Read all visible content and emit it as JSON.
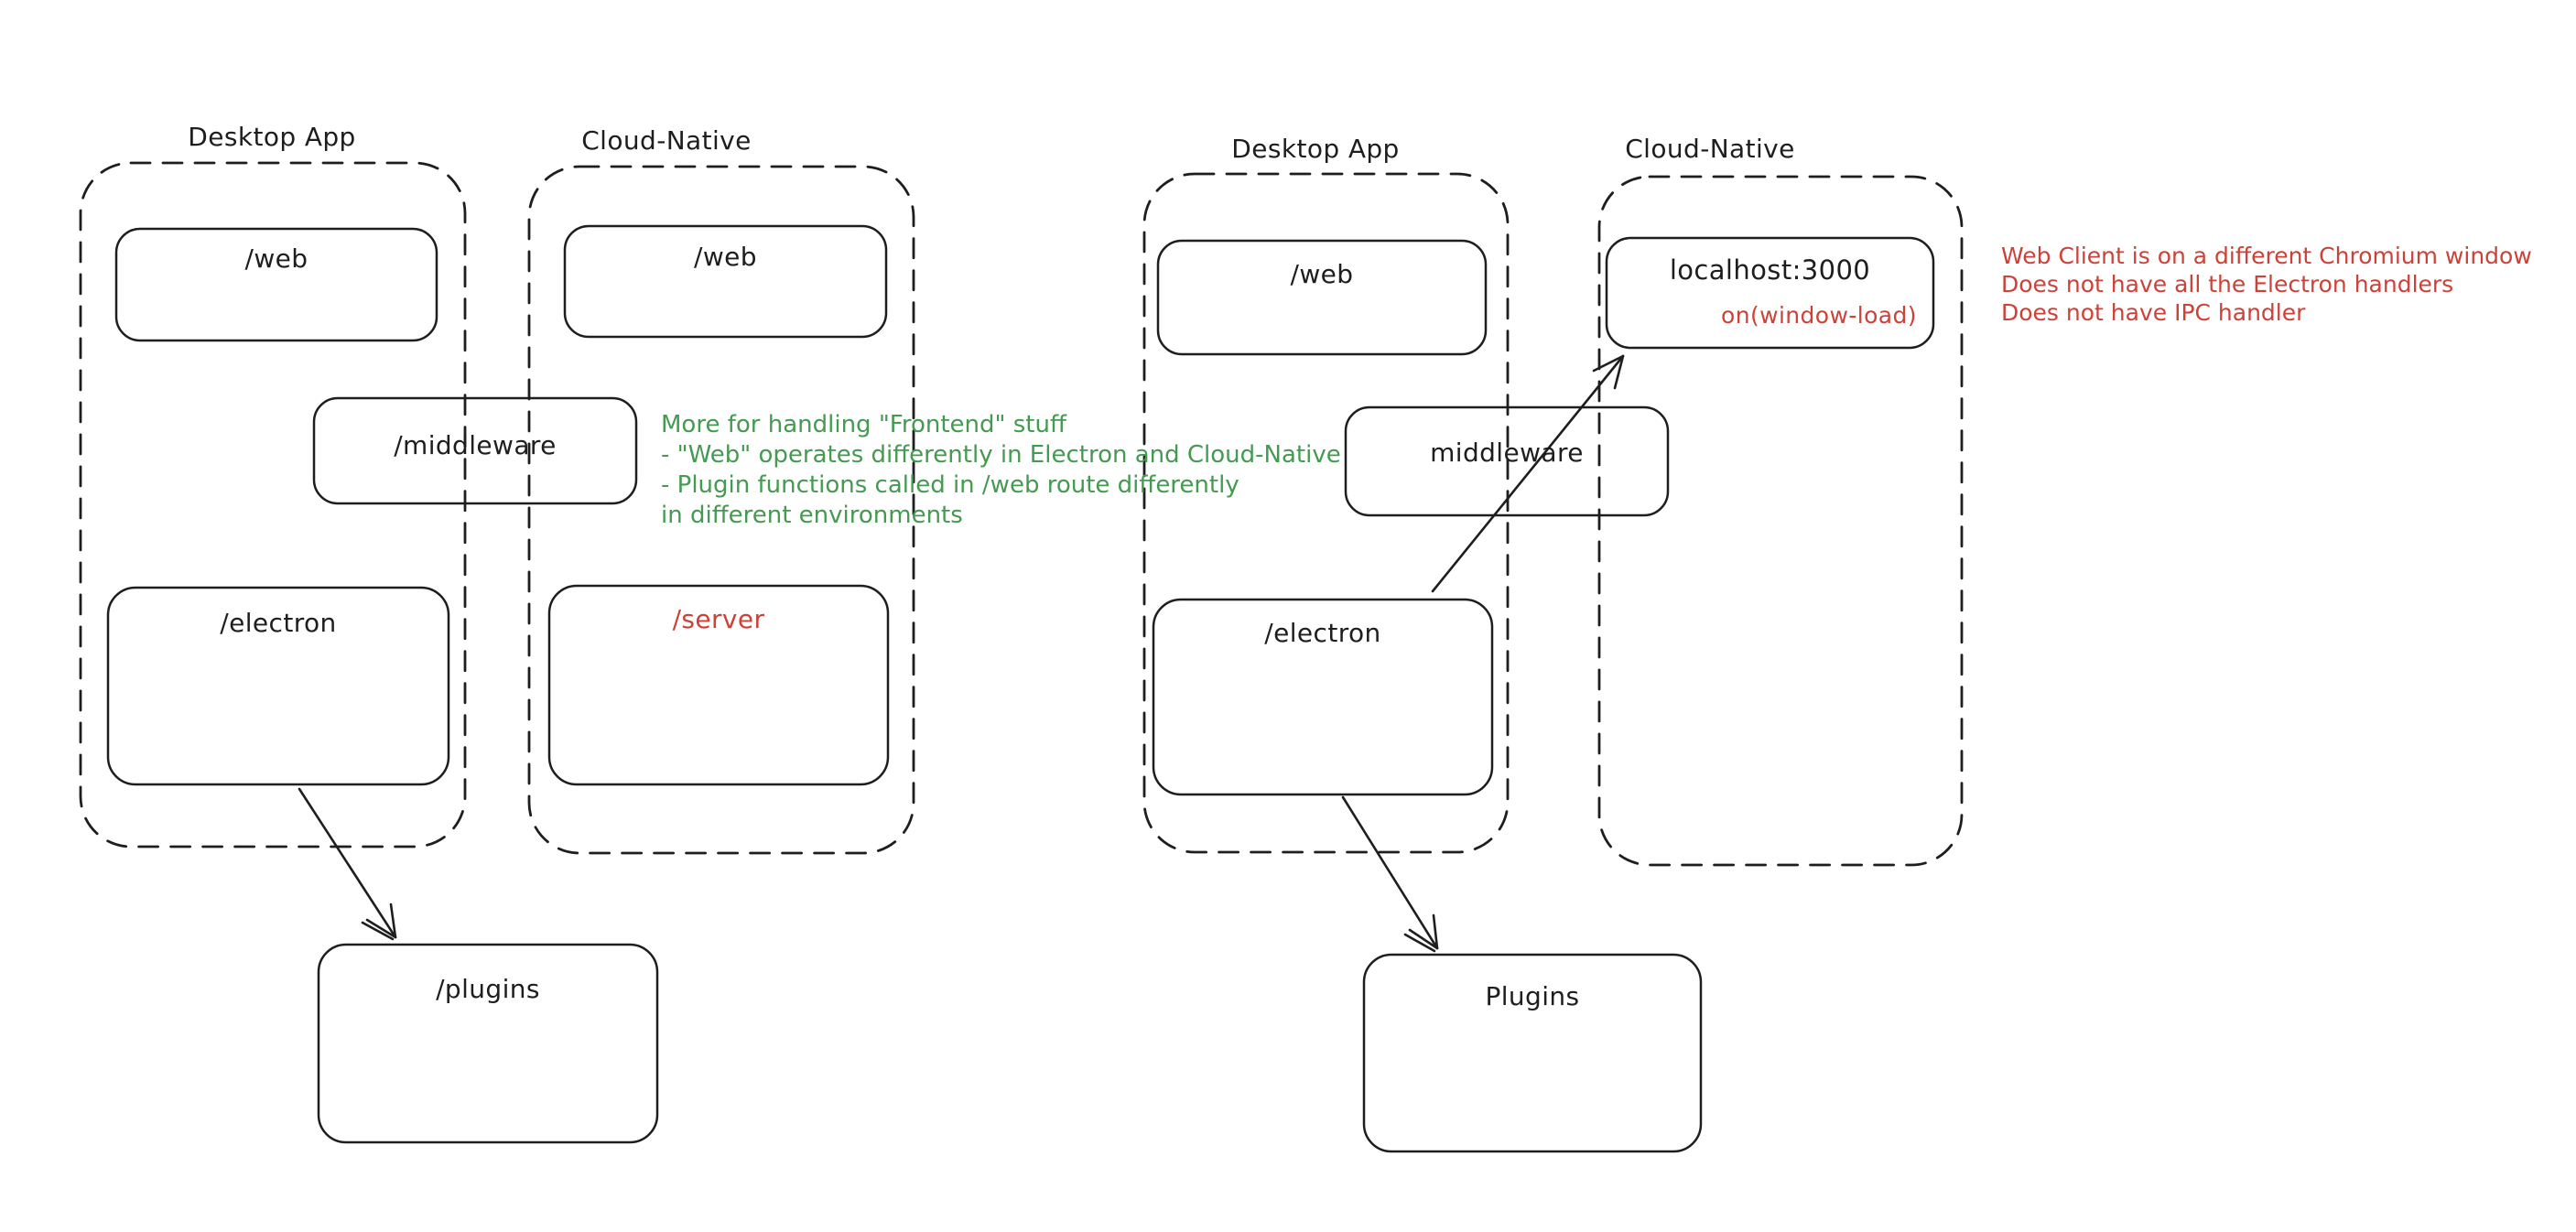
{
  "palette": {
    "ink": "#1e1e1e",
    "green": "#459a51",
    "red": "#cc4238",
    "background": "#ffffff"
  },
  "left": {
    "desktop_label": "Desktop App",
    "cloud_label": "Cloud-Native",
    "web_desktop_label": "/web",
    "web_cloud_label": "/web",
    "middleware_label": "/middleware",
    "electron_label": "/electron",
    "server_label": "/server",
    "plugins_label": "/plugins",
    "note_lines": [
      "More for handling \"Frontend\" stuff",
      "- \"Web\" operates differently in Electron and Cloud-Native",
      "- Plugin functions called in /web route differently",
      "in different environments"
    ]
  },
  "right": {
    "desktop_label": "Desktop App",
    "cloud_label": "Cloud-Native",
    "web_label": "/web",
    "localhost_label": "localhost:3000",
    "window_load_label": "on(window-load)",
    "middleware_label": "middleware",
    "electron_label": "/electron",
    "plugins_label": "Plugins",
    "note_lines": [
      "Web Client is on a different Chromium window",
      "Does not have all the Electron handlers",
      "Does not have IPC handler"
    ]
  }
}
